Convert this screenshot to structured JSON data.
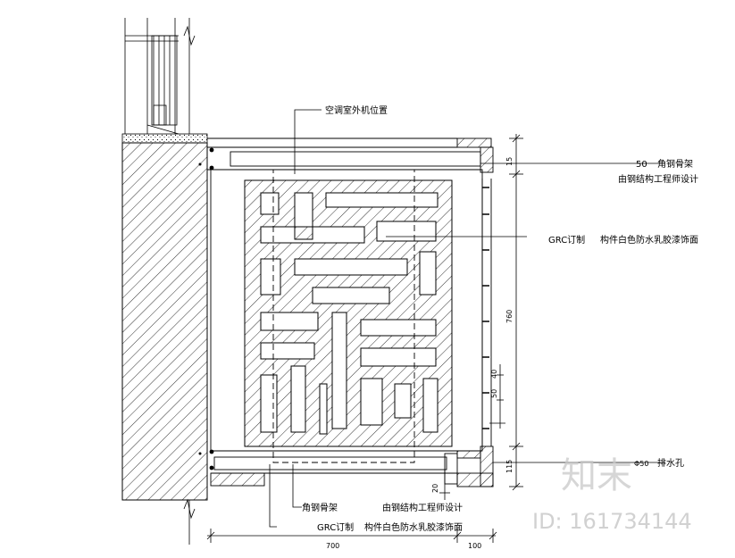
{
  "labels": {
    "ac_unit": "空调室外机位置",
    "frame_top_num": "50",
    "frame_top_a": "角钢骨架",
    "frame_top_b": "由钢结构工程师设计",
    "grc_right_a": "GRC订制",
    "grc_right_b": "构件白色防水乳胶漆饰面",
    "frame_bottom_a": "角钢骨架",
    "frame_bottom_b": "由钢结构工程师设计",
    "grc_bottom_a": "GRC订制",
    "grc_bottom_b": "构件白色防水乳胶漆饰面",
    "pipe_label": "排水孔",
    "pipe_dim": "Φ50"
  },
  "dimensions": {
    "top": "15",
    "height": "760",
    "bottom": "115",
    "d50": "50",
    "d40": "40",
    "d20": "20",
    "width": "700",
    "right": "100"
  },
  "watermark": {
    "brand": "知末",
    "id_text": "ID: 161734144"
  },
  "colors": {
    "line": "#000000",
    "watermark": "#c9c9c9"
  }
}
